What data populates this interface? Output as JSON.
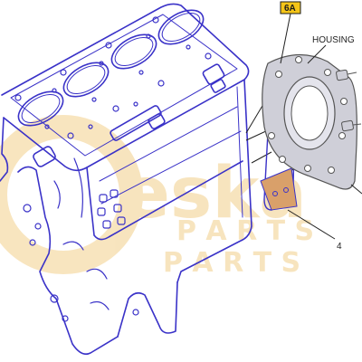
{
  "watermark": {
    "brand_text": "eska",
    "sub_text_top": "P A R T S",
    "sub_text_bottom": "P A R T S",
    "color": "#f2cf8a"
  },
  "labels": {
    "ref_tag": "6A",
    "housing": "HOUSING",
    "part_number": "4"
  },
  "colors": {
    "block_line": "#3a32c8",
    "housing_line": "#555555",
    "housing_fill": "#cfcfd8",
    "ref_tag_fill": "#f5c518",
    "gasket_fill": "#d9a06a"
  }
}
